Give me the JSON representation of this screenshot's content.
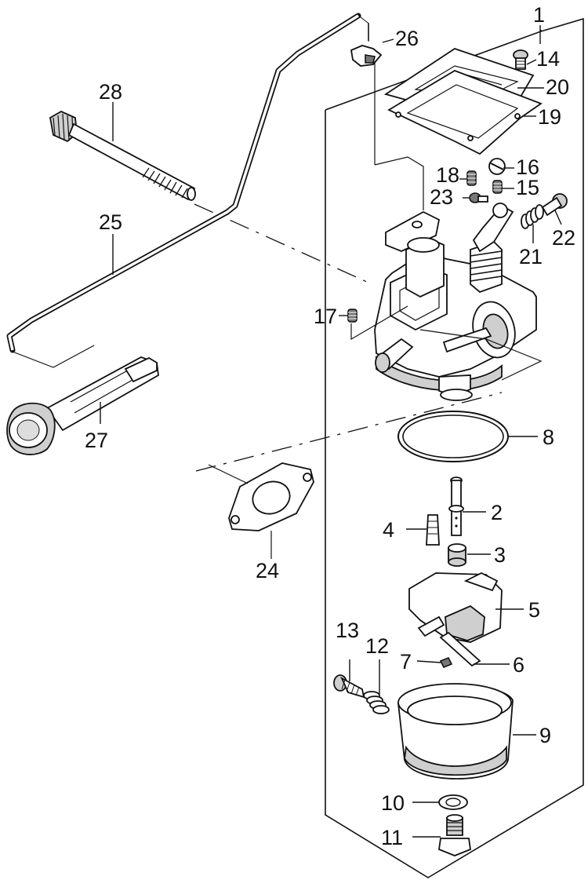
{
  "labels": {
    "p1": "1",
    "p2": "2",
    "p3": "3",
    "p4": "4",
    "p5": "5",
    "p6": "6",
    "p7": "7",
    "p8": "8",
    "p9": "9",
    "p10": "10",
    "p11": "11",
    "p12": "12",
    "p13": "13",
    "p14": "14",
    "p15": "15",
    "p16": "16",
    "p17": "17",
    "p18": "18",
    "p19": "19",
    "p20": "20",
    "p21": "21",
    "p22": "22",
    "p23": "23",
    "p24": "24",
    "p25": "25",
    "p26": "26",
    "p27": "27",
    "p28": "28"
  }
}
